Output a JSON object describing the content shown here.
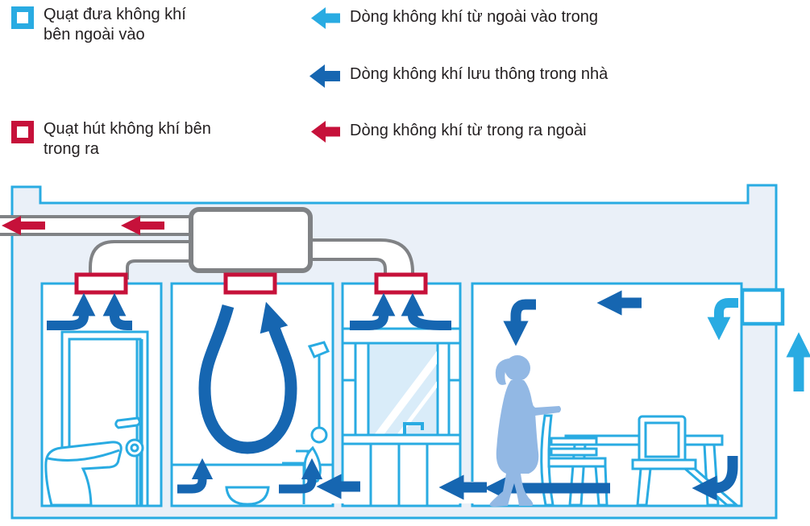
{
  "legend": {
    "fan_types": [
      {
        "id": "supply-fan",
        "label": "Quạt đưa không khí bên ngoài vào",
        "color": "#29ABE2"
      },
      {
        "id": "exhaust-fan",
        "label": "Quạt hút không khí bên trong ra",
        "color": "#C6113A"
      }
    ],
    "flow_types": [
      {
        "id": "outside-in",
        "label": "Dòng không khí từ ngoài vào trong",
        "color": "#29ABE2"
      },
      {
        "id": "circulation",
        "label": "Dòng không khí lưu thông trong nhà",
        "color": "#1666B1"
      },
      {
        "id": "inside-out",
        "label": "Dòng không khí từ trong ra ngoài",
        "color": "#C6113A"
      }
    ]
  },
  "colors": {
    "outside_in": "#29ABE2",
    "circulation": "#1666B1",
    "inside_out": "#C6113A",
    "duct_gray": "#808285",
    "house_fill": "#EAF0F8",
    "person_fill": "#92B8E4",
    "mirror_fill": "#D9ECF9"
  },
  "diagram": {
    "icons": [
      "ventilation-unit",
      "exhaust-duct",
      "ceiling-exhaust-vent",
      "wall-supply-vent",
      "toilet",
      "toilet-door",
      "bathtub",
      "shower",
      "washbasin-vanity",
      "mirror",
      "dining-table",
      "chair",
      "person"
    ]
  }
}
